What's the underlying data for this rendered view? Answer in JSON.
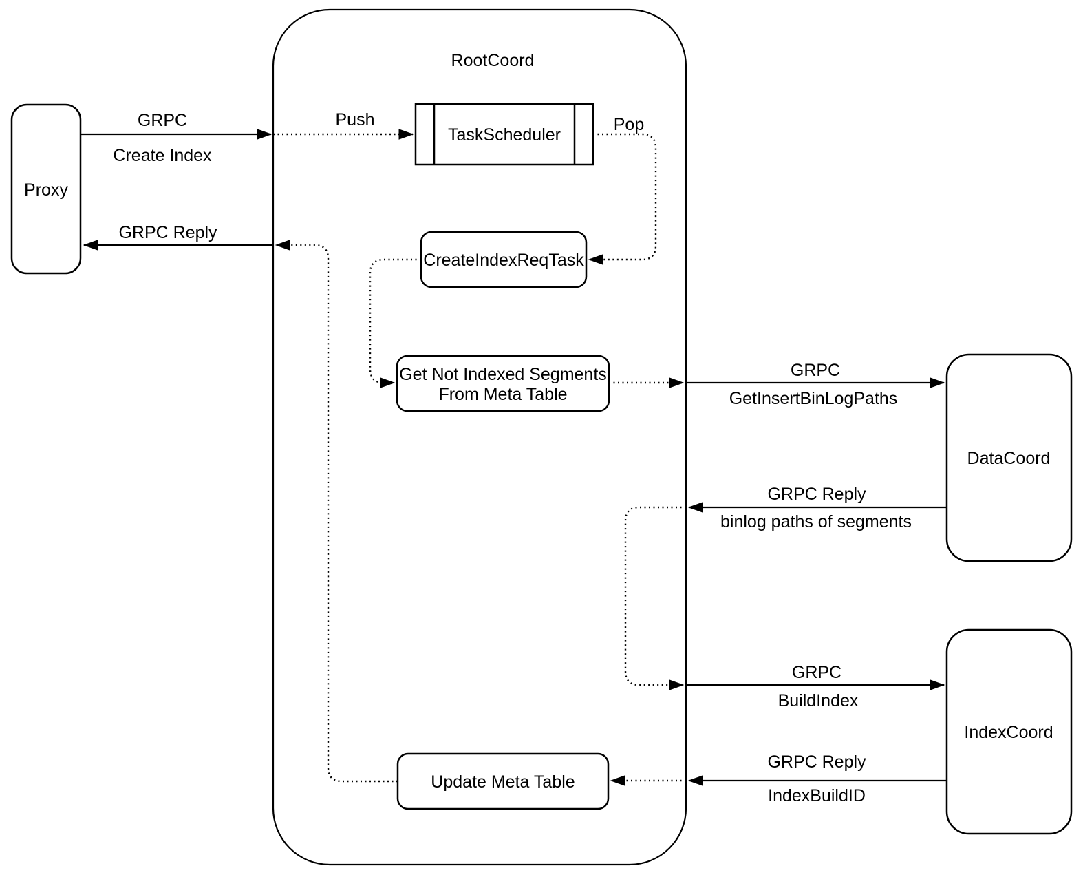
{
  "diagram": {
    "container_label": "RootCoord",
    "nodes": {
      "proxy": "Proxy",
      "task_scheduler": "TaskScheduler",
      "create_index_req_task": "CreateIndexReqTask",
      "get_not_indexed_segments": {
        "line1": "Get Not Indexed Segments",
        "line2": "From Meta Table"
      },
      "update_meta_table": "Update Meta Table",
      "data_coord": "DataCoord",
      "index_coord": "IndexCoord"
    },
    "edge_labels": {
      "create_index": {
        "protocol": "GRPC",
        "message": "Create Index"
      },
      "push": "Push",
      "pop": "Pop",
      "get_insert_bin_log_paths": {
        "protocol": "GRPC",
        "message": "GetInsertBinLogPaths"
      },
      "binlog_paths_reply": {
        "protocol": "GRPC Reply",
        "message": "binlog paths of segments"
      },
      "build_index": {
        "protocol": "GRPC",
        "message": "BuildIndex"
      },
      "index_build_id_reply": {
        "protocol": "GRPC Reply",
        "message": "IndexBuildID"
      },
      "grpc_reply_to_proxy": "GRPC Reply"
    },
    "colors": {
      "stroke": "#000000",
      "background": "#ffffff"
    }
  }
}
